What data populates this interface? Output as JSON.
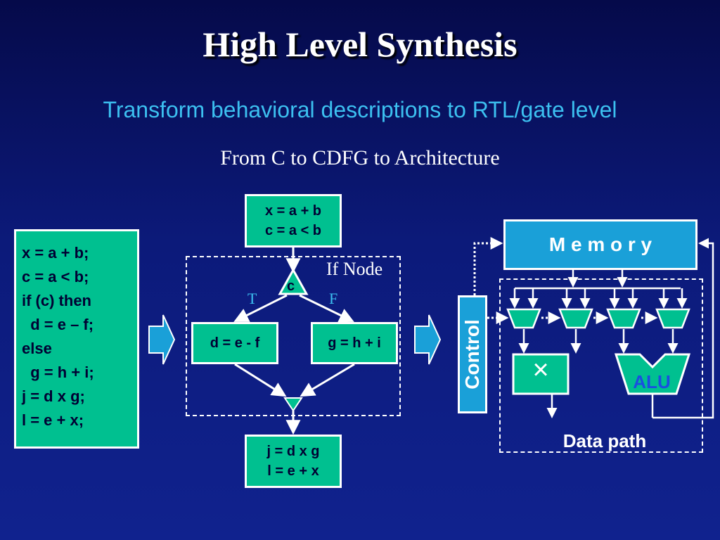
{
  "slide": {
    "title": "High Level Synthesis",
    "subtitle": "Transform behavioral descriptions to RTL/gate level",
    "caption": "From C to CDFG to Architecture"
  },
  "c_code": {
    "lines": [
      "x = a + b;",
      "c = a < b;",
      "if (c) then",
      "  d = e – f;",
      "else",
      "  g = h + i;",
      "j = d x g;",
      "l = e + x;"
    ]
  },
  "cdfg": {
    "top_block": [
      "x = a + b",
      "c = a < b"
    ],
    "if_node_label": "If Node",
    "condition": "c",
    "true_label": "T",
    "false_label": "F",
    "then_block": "d = e - f",
    "else_block": "g = h + i",
    "bottom_block": [
      "j = d x g",
      "l = e + x"
    ]
  },
  "architecture": {
    "memory_label": "M e m o r y",
    "control_label": "Control",
    "multiplier_symbol": "×",
    "alu_label": "ALU",
    "datapath_label": "Data path"
  },
  "colors": {
    "block_fill": "#00c090",
    "memory_fill": "#1aa0d8",
    "subtitle": "#3cc0f0",
    "arrow_fill": "#1aa0d8"
  }
}
